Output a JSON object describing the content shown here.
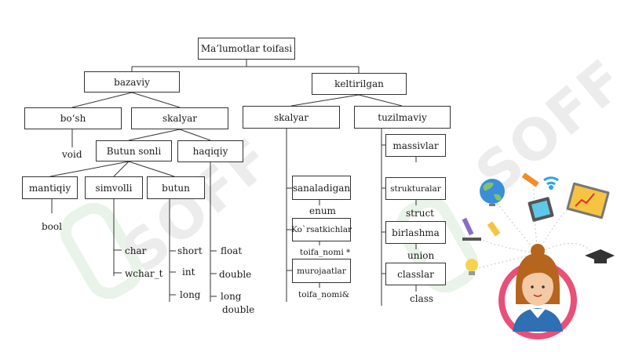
{
  "root": "Ma’lumotlar toifasi",
  "bazaviy": {
    "label": "bazaviy",
    "bosh": "bo‘sh",
    "void": "void",
    "skalyar": "skalyar",
    "butun_sonli": "Butun sonli",
    "haqiqiy": "haqiqiy",
    "mantiqiy": "mantiqiy",
    "simvolli": "simvolli",
    "butun": "butun",
    "bool": "bool",
    "char": "char",
    "wchar_t": "wchar_t",
    "short": "short",
    "int": "int",
    "long": "long",
    "float": "float",
    "double": "double",
    "long_double_1": "long",
    "long_double_2": "double"
  },
  "keltirilgan": {
    "label": "keltirilgan",
    "skalyar": "skalyar",
    "tuzilmaviy": "tuzilmaviy",
    "sanaladigan": "sanaladigan",
    "enum": "enum",
    "korsatkichlar": "Ko`rsatkichlar",
    "toifa_nomi_ptr": "toifa_nomi *",
    "murojaatlar": "murojaatlar",
    "toifa_nomi_ref": "toifa_nomi&",
    "massivlar": "massivlar",
    "strukturalar": "strukturalar",
    "struct": "struct",
    "birlashma": "birlashma",
    "union": "union",
    "classlar": "classlar",
    "class": "class"
  },
  "watermark": {
    "text": "SOFF"
  },
  "colors": {
    "line": "#333333",
    "badge": "#e94f77",
    "skin": "#f4c9a5",
    "hair": "#b5651d",
    "shirt": "#2f6fb3"
  }
}
